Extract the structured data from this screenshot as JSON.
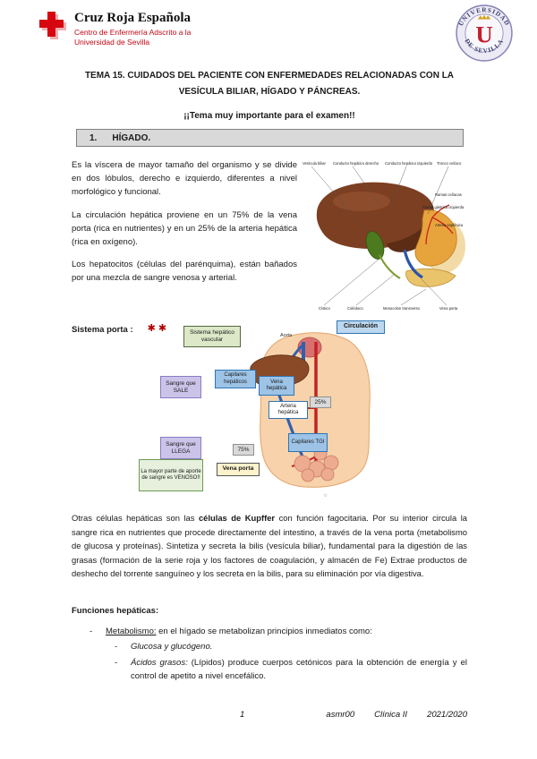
{
  "header": {
    "org_name": "Cruz Roja Española",
    "org_sub1": "Centro de Enfermería Adscrito a la",
    "org_sub2": "Universidad de Sevilla",
    "seal": {
      "letter": "U",
      "arc_top": "UNIVERSIDAD",
      "arc_bottom": "DE SEVILLA"
    }
  },
  "title": "TEMA 15. CUIDADOS DEL PACIENTE CON ENFERMEDADES RELACIONADAS CON LA VESÍCULA BILIAR, HÍGADO Y PÁNCREAS.",
  "subtitle": "¡¡Tema muy importante para el examen!!",
  "section1": {
    "label": "1.",
    "title": "HÍGADO."
  },
  "intro": {
    "p1": "Es la víscera de mayor tamaño del organismo y se divide en dos lóbulos, derecho e izquierdo, diferentes a nivel morfológico y funcional.",
    "p2": "La circulación hepática proviene en un 75% de la vena porta (rica en nutrientes) y en un 25% de la arteria hepática (rica en oxígeno).",
    "p3": "Los hepatocitos (células del parénquima), están bañados por una mezcla de sangre venosa y arterial."
  },
  "liver_figure": {
    "labels_top": [
      "Vesícula biliar",
      "Conducto hepático derecho",
      "Conducto hepático izquierdo",
      "Tronco celíaco"
    ],
    "labels_right": [
      "Ramas celíacas",
      "Arteria gástrica izquierda",
      "Arteria esplénica"
    ],
    "labels_bottom": [
      "Cístico",
      "Colédoco",
      "Mesocolon transverso",
      "Vena porta"
    ]
  },
  "porta": {
    "label": "Sistema porta :",
    "stars": "✱✱",
    "boxes": {
      "sistema": "Sistema hepático vascular",
      "circulacion": "Circulación",
      "aorta": "Aorta",
      "sangre_sale": "Sangre que SALE",
      "capilares_hepaticos": "Capilares hepáticos",
      "vena_hepatica": "Vena hepática",
      "arteria_hepatica": "Arteria hepática",
      "pct_arteria": "25%",
      "sangre_llega": "Sangre que LLEGA",
      "capilares_tgi": "Capilares TGI",
      "pct_vena": "75%",
      "vena_porta": "Vena porta",
      "nota": "La mayor parte de aporte de sangre es VENOSO!!"
    },
    "credit": "©"
  },
  "kupffer": {
    "pre": "Otras células hepáticas son las ",
    "bold": "células de Kupffer",
    "post": " con función fagocitaria. Por su interior circula la sangre rica en nutrientes que procede directamente del intestino, a través de la vena porta (metabolismo de glucosa y proteínas). Sintetiza y secreta la bilis (vesícula biliar), fundamental para la digestión de las grasas (formación de la serie roja y los factores de coagulación, y almacén de Fe) Extrae productos de deshecho del torrente sanguíneo y los secreta en la bilis, para su eliminación por vía digestiva."
  },
  "funciones": {
    "heading": "Funciones hepáticas:",
    "bullet": "-",
    "item1_label": "Metabolismo:",
    "item1_rest": " en el hígado se metabolizan principios inmediatos como:",
    "sub1": "Glucosa y glucógeno.",
    "sub2_label": "Ácidos grasos:",
    "sub2_rest": " (Lípidos) produce cuerpos cetónicos para la obtención de energía y el control de apetito a nivel encefálico."
  },
  "footer": {
    "page": "1",
    "author": "asmr00",
    "course": "Clínica II",
    "year": "2021/2020"
  }
}
